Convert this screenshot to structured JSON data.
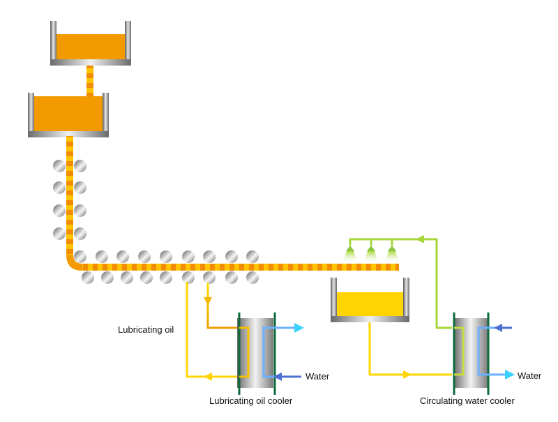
{
  "labels": {
    "lubricating_oil": "Lubricating oil",
    "lubricating_oil_cooler": "Lubricating oil cooler",
    "water_left": "Water",
    "water_right": "Water",
    "circulating_water_cooler": "Circulating water cooler"
  },
  "colors": {
    "molten": "#f29a00",
    "strand_light": "#ffc400",
    "strand_dark": "#f28c00",
    "coolant": "#ffd400",
    "water_cold": "#4a6fd0",
    "water_hot": "#3ad0ff",
    "spray_green": "#a6d638",
    "frame_green": "#0a6a3a",
    "steel": "#9a9a9a"
  }
}
